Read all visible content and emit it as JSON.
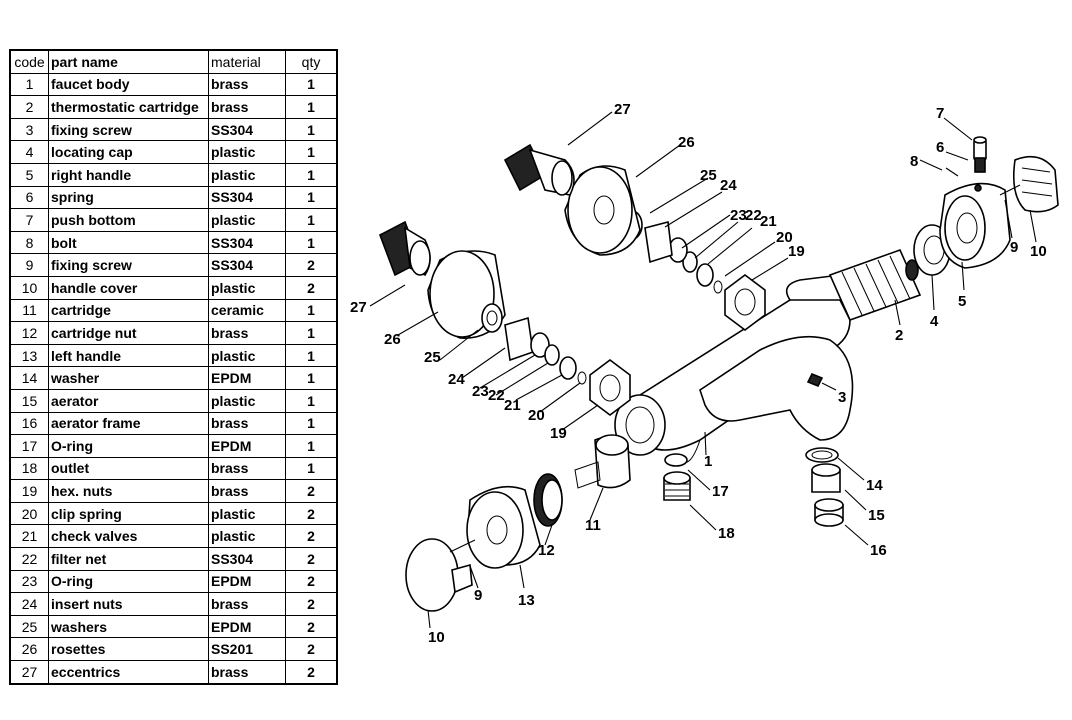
{
  "table": {
    "headers": {
      "code": "code",
      "name": "part name",
      "material": "material",
      "qty": "qty"
    },
    "rows": [
      {
        "code": "1",
        "name": "faucet body",
        "material": "brass",
        "qty": "1"
      },
      {
        "code": "2",
        "name": "thermostatic cartridge",
        "material": "brass",
        "qty": "1"
      },
      {
        "code": "3",
        "name": "fixing screw",
        "material": "SS304",
        "qty": "1"
      },
      {
        "code": "4",
        "name": "locating cap",
        "material": "plastic",
        "qty": "1"
      },
      {
        "code": "5",
        "name": "right handle",
        "material": "plastic",
        "qty": "1"
      },
      {
        "code": "6",
        "name": "spring",
        "material": "SS304",
        "qty": "1"
      },
      {
        "code": "7",
        "name": "push bottom",
        "material": "plastic",
        "qty": "1"
      },
      {
        "code": "8",
        "name": "bolt",
        "material": "SS304",
        "qty": "1"
      },
      {
        "code": "9",
        "name": "fixing screw",
        "material": "SS304",
        "qty": "2"
      },
      {
        "code": "10",
        "name": "handle cover",
        "material": "plastic",
        "qty": "2"
      },
      {
        "code": "11",
        "name": "cartridge",
        "material": "ceramic",
        "qty": "1"
      },
      {
        "code": "12",
        "name": "cartridge nut",
        "material": "brass",
        "qty": "1"
      },
      {
        "code": "13",
        "name": "left handle",
        "material": "plastic",
        "qty": "1"
      },
      {
        "code": "14",
        "name": "washer",
        "material": "EPDM",
        "qty": "1"
      },
      {
        "code": "15",
        "name": "aerator",
        "material": "plastic",
        "qty": "1"
      },
      {
        "code": "16",
        "name": "aerator frame",
        "material": "brass",
        "qty": "1"
      },
      {
        "code": "17",
        "name": "O-ring",
        "material": "EPDM",
        "qty": "1"
      },
      {
        "code": "18",
        "name": "outlet",
        "material": "brass",
        "qty": "1"
      },
      {
        "code": "19",
        "name": "hex. nuts",
        "material": "brass",
        "qty": "2"
      },
      {
        "code": "20",
        "name": "clip spring",
        "material": "plastic",
        "qty": "2"
      },
      {
        "code": "21",
        "name": "check valves",
        "material": "plastic",
        "qty": "2"
      },
      {
        "code": "22",
        "name": "filter net",
        "material": "SS304",
        "qty": "2"
      },
      {
        "code": "23",
        "name": "O-ring",
        "material": "EPDM",
        "qty": "2"
      },
      {
        "code": "24",
        "name": "insert nuts",
        "material": "brass",
        "qty": "2"
      },
      {
        "code": "25",
        "name": "washers",
        "material": "EPDM",
        "qty": "2"
      },
      {
        "code": "26",
        "name": "rosettes",
        "material": "SS201",
        "qty": "2"
      },
      {
        "code": "27",
        "name": "eccentrics",
        "material": "brass",
        "qty": "2"
      }
    ]
  },
  "diagram": {
    "callouts": [
      "1",
      "2",
      "3",
      "4",
      "5",
      "6",
      "7",
      "8",
      "9",
      "10",
      "11",
      "12",
      "13",
      "14",
      "15",
      "16",
      "17",
      "18",
      "19",
      "20",
      "21",
      "22",
      "23",
      "24",
      "25",
      "26",
      "27"
    ]
  }
}
